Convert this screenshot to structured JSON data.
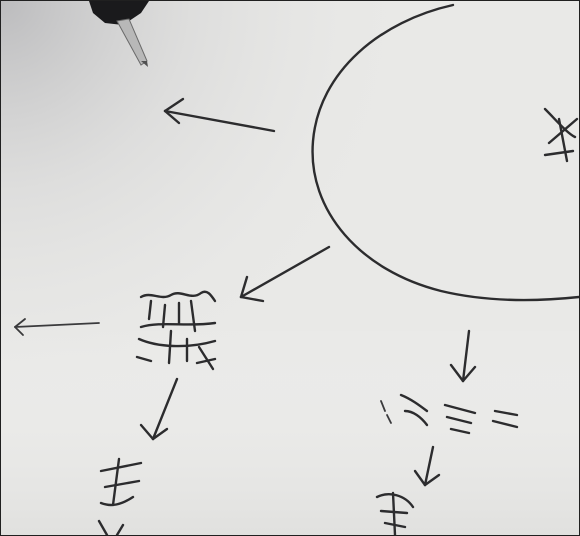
{
  "scene": {
    "kind": "photo",
    "colors": {
      "paper": "#e8e8e6",
      "paper_shadow": "#c9c9ca",
      "ink": "#2c2c2e",
      "pen_body": "#1a1a1c",
      "pen_tip": "#b8b8b8",
      "border": "#202020"
    },
    "objects": [
      "paper-sheet",
      "pen-tip",
      "large-circle",
      "handwritten-arrows",
      "handwritten-japanese-characters"
    ]
  }
}
